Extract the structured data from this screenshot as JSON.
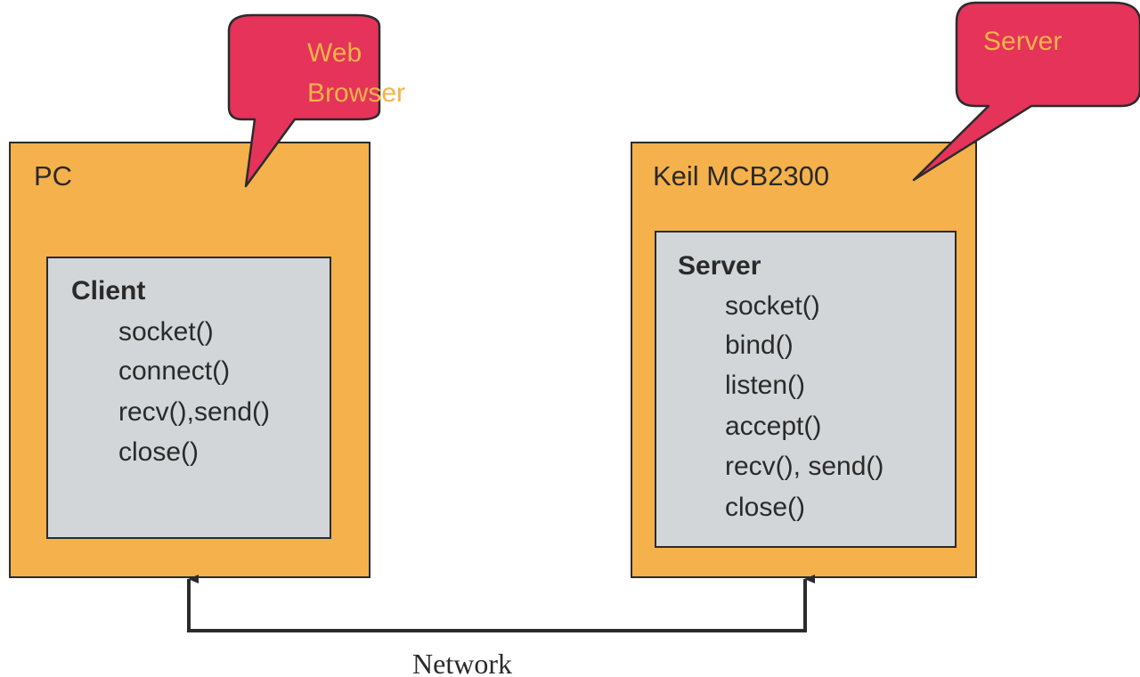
{
  "colors": {
    "device_fill": "#F5B14B",
    "process_fill": "#D2D6D9",
    "callout_fill": "#E5335A",
    "callout_text": "#F7B24A",
    "stroke": "#2b2b2b"
  },
  "client_side": {
    "device_label": "PC",
    "callout": [
      "Web",
      "Browser"
    ],
    "process": {
      "title": "Client",
      "functions": [
        "socket()",
        "connect()",
        "recv(),send()",
        "close()"
      ]
    }
  },
  "server_side": {
    "device_label": "Keil MCB2300",
    "callout": [
      "Server"
    ],
    "process": {
      "title": "Server",
      "functions": [
        "socket()",
        "bind()",
        "listen()",
        "accept()",
        "recv(), send()",
        "close()"
      ]
    }
  },
  "connection": {
    "label": "Network",
    "direction": "bidirectional"
  }
}
